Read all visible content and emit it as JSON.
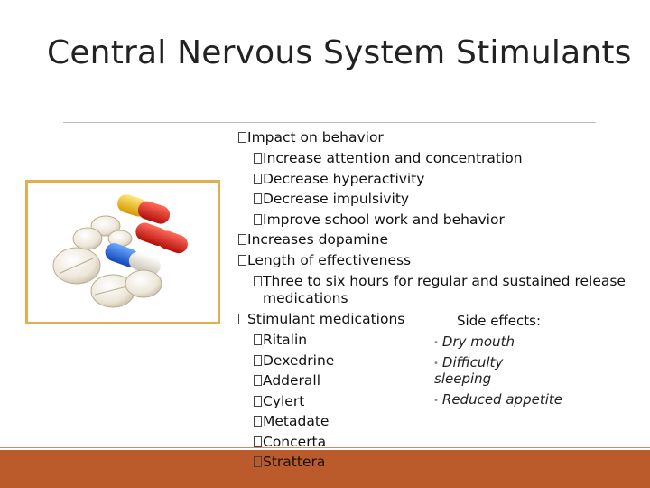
{
  "slide": {
    "title": "Central Nervous System Stimulants",
    "outline": [
      {
        "level": 1,
        "text": "Impact on behavior"
      },
      {
        "level": 2,
        "text": "Increase attention and concentration"
      },
      {
        "level": 2,
        "text": "Decrease hyperactivity"
      },
      {
        "level": 2,
        "text": "Decrease impulsivity"
      },
      {
        "level": 2,
        "text": "Improve school work and behavior"
      },
      {
        "level": 1,
        "text": "Increases dopamine"
      },
      {
        "level": 1,
        "text": "Length of effectiveness"
      },
      {
        "level": 2,
        "text": "Three to six hours for regular and sustained release"
      },
      {
        "level": 3,
        "text": "medications"
      },
      {
        "level": 1,
        "text": "Stimulant medications"
      },
      {
        "level": 2,
        "text": "Ritalin"
      },
      {
        "level": 2,
        "text": "Dexedrine"
      },
      {
        "level": 2,
        "text": "Adderall"
      },
      {
        "level": 2,
        "text": "Cylert"
      },
      {
        "level": 2,
        "text": "Metadate"
      },
      {
        "level": 2,
        "text": "Concerta"
      },
      {
        "level": 2,
        "text": "Strattera"
      }
    ],
    "side_effects": {
      "heading": "Side effects:",
      "items": [
        "Dry mouth",
        "Difficulty",
        "sleeping",
        "Reduced appetite"
      ]
    },
    "colors": {
      "accent_bar": "#bb5a2a",
      "image_border": "#e0b050"
    },
    "image": {
      "icon": "pills-image"
    }
  }
}
